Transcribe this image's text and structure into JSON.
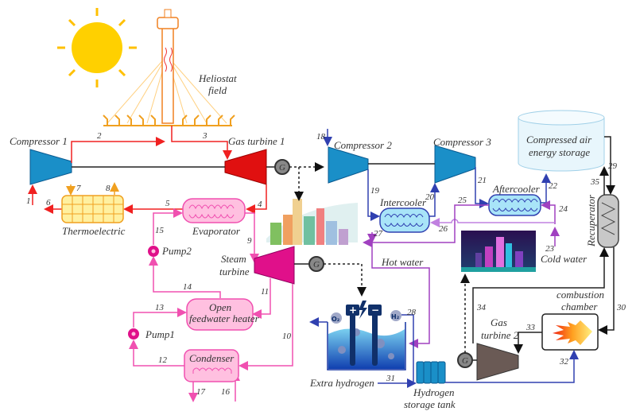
{
  "labels": {
    "heliostat": [
      "Heliostat",
      "field"
    ],
    "compressor1": "Compressor 1",
    "gas_turbine1": "Gas turbine 1",
    "thermoelectric": "Thermoelectric",
    "evaporator": "Evaporator",
    "steam_turbine": [
      "Steam",
      "turbine"
    ],
    "pump2": "Pump2",
    "pump1": "Pump1",
    "open_fwh": [
      "Open",
      "feedwater heater"
    ],
    "condenser": "Condenser",
    "compressor2": "Compressor 2",
    "compressor3": "Compressor 3",
    "intercooler": "Intercooler",
    "aftercooler": "Aftercooler",
    "caes": [
      "Compressed air",
      "energy storage"
    ],
    "recuperator": "Recuperator",
    "cold_water": "Cold water",
    "hot_water": "Hot water",
    "combustion_chamber": [
      "combustion",
      "chamber"
    ],
    "gas_turbine2": [
      "Gas",
      "turbine 2"
    ],
    "extra_hydrogen": "Extra hydrogen",
    "hydrogen_tank": [
      "Hydrogen",
      "storage tank"
    ],
    "generator": "G",
    "o2": "O₂",
    "h2": "H₂",
    "plus": "+",
    "minus": "−"
  },
  "streams": [
    "1",
    "2",
    "3",
    "4",
    "5",
    "6",
    "7",
    "8",
    "9",
    "10",
    "11",
    "12",
    "13",
    "14",
    "15",
    "16",
    "17",
    "18",
    "19",
    "20",
    "21",
    "22",
    "23",
    "24",
    "25",
    "26",
    "27",
    "28",
    "29",
    "30",
    "31",
    "32",
    "33",
    "34",
    "35"
  ],
  "colors": {
    "solar_loop": "#f02020",
    "steam_loop": "#f050b0",
    "air_hydrogen": "#3040b0",
    "water": "#a040c0",
    "compressor": "#1a8fc8",
    "gas_turbine1": "#e01010",
    "steam_turbine": "#e0108a",
    "gas_turbine2": "#6a5a55"
  },
  "icons": [
    "sun-icon",
    "solar-tower-icon",
    "heliostat-icon",
    "generator-icon",
    "pump-icon",
    "city-icon",
    "night-city-icon",
    "electrolyzer-icon",
    "flame-icon"
  ]
}
